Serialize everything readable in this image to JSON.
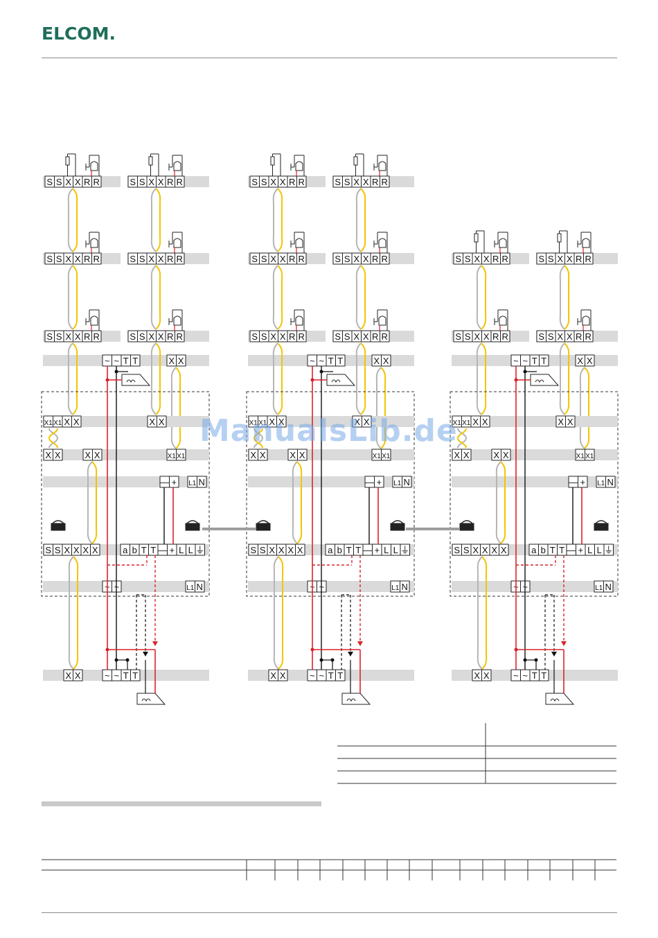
{
  "brand": {
    "logo_text": "ELCOM."
  },
  "watermark": "ManualsLib.de",
  "labels": {
    "bell": [
      "S",
      "S",
      "X",
      "X",
      "R",
      "R"
    ],
    "supply": [
      "~",
      "~",
      "T",
      "T"
    ],
    "xx": [
      "X",
      "X"
    ],
    "x1x1xx": [
      "X1",
      "X1",
      "X",
      "X"
    ],
    "x1x1": [
      "X1",
      "X1"
    ],
    "l1n": [
      "L1",
      "N"
    ],
    "dc": [
      "—",
      "+"
    ],
    "ssxxxx": [
      "S",
      "S",
      "X",
      "X",
      "X",
      "X"
    ],
    "abtt": [
      "a",
      "b",
      "T",
      "T",
      "—",
      "+",
      "L",
      "L",
      "⏚"
    ],
    "tilde2": [
      "~",
      "~"
    ]
  },
  "colors": {
    "red": "#d8232a",
    "yellow": "#f2c400",
    "grey_wire": "#b5b5b5",
    "bus_grey": "#9d9d9d",
    "rail": "#dadada",
    "brand": "#1f6e5a"
  }
}
